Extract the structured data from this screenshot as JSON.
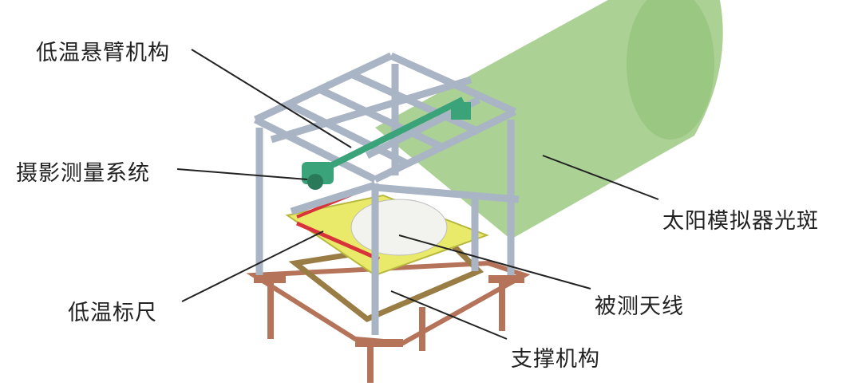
{
  "labels": {
    "cantilever": "低温悬臂机构",
    "photogrammetry": "摄影测量系统",
    "scale": "低温标尺",
    "solar_spot": "太阳模拟器光斑",
    "antenna": "被测天线",
    "support": "支撑机构"
  },
  "colors": {
    "beam_cylinder": "#9cc982",
    "frame": "#a9b4c4",
    "base": "#b5735a",
    "antenna_plate": "#eaea6a",
    "camera": "#3aa37a",
    "scale_red": "#d8323a"
  }
}
